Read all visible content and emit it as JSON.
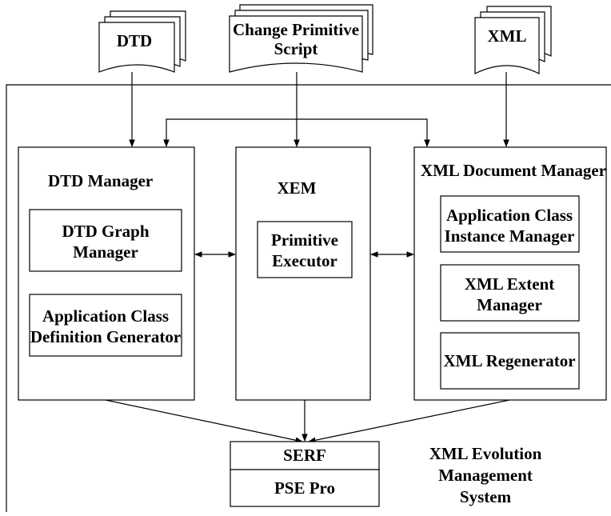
{
  "documents": {
    "dtd": "DTD",
    "script_line1": "Change Primitive",
    "script_line2": "Script",
    "xml": "XML"
  },
  "dtd_manager": {
    "title": "DTD Manager",
    "graph_manager": [
      "DTD Graph",
      "Manager"
    ],
    "class_generator": [
      "Application Class",
      "Definition Generator"
    ]
  },
  "xem": {
    "title": "XEM",
    "executor": [
      "Primitive",
      "Executor"
    ]
  },
  "xml_document_manager": {
    "title": "XML Document Manager",
    "instance_manager": [
      "Application Class",
      "Instance Manager"
    ],
    "extent_manager": [
      "XML Extent",
      "Manager"
    ],
    "regenerator": "XML Regenerator"
  },
  "storage": {
    "serf": "SERF",
    "pse_pro": "PSE Pro"
  },
  "system_label": [
    "XML Evolution",
    "Management",
    "System"
  ]
}
